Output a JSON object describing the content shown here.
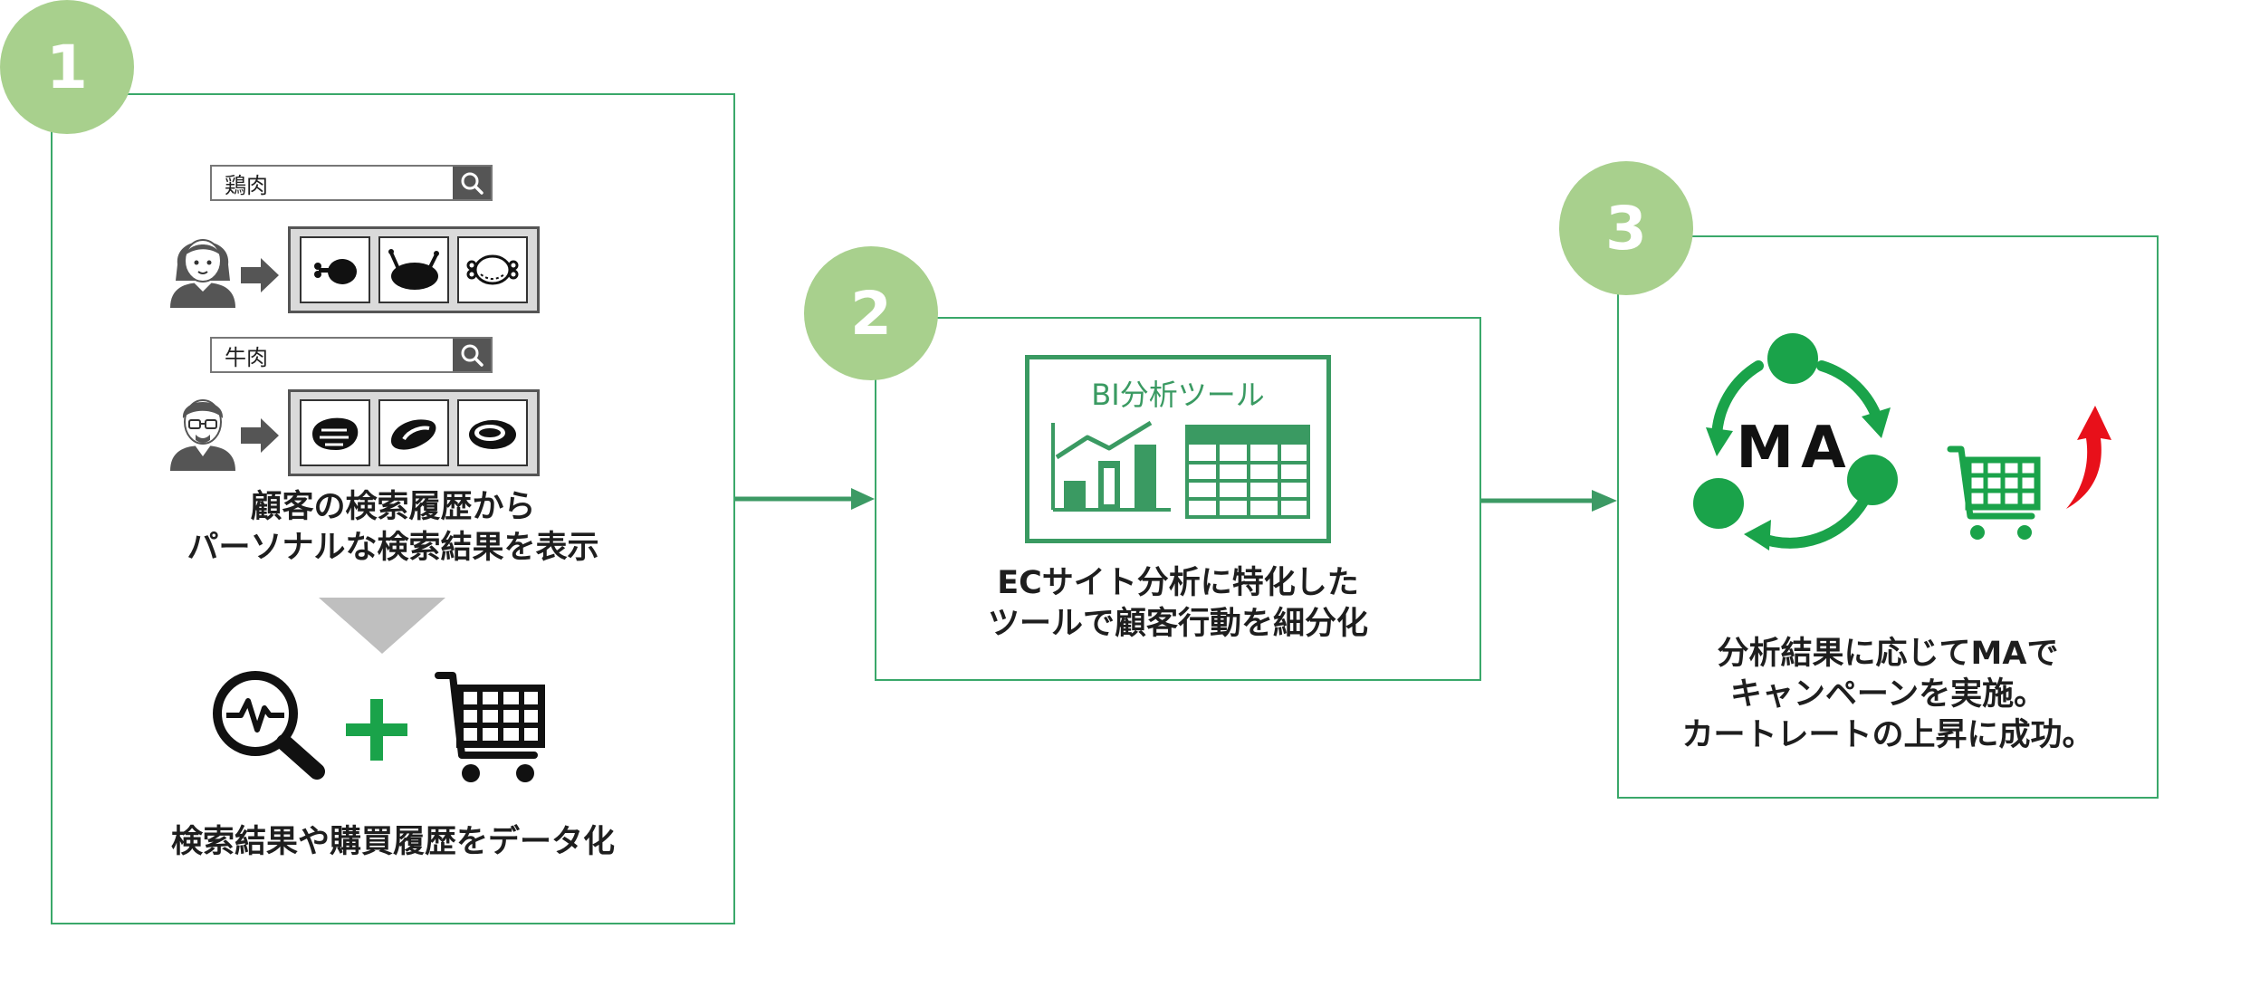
{
  "steps": [
    {
      "number": "1",
      "search1": "鶏肉",
      "search2": "牛肉",
      "caption_line1": "顧客の検索履歴から",
      "caption_line2": "パーソナルな検索結果を表示",
      "bottom_caption": "検索結果や購買履歴をデータ化"
    },
    {
      "number": "2",
      "tool_label": "BI分析ツール",
      "caption_line1": "ECサイト分析に特化した",
      "caption_line2": "ツールで顧客行動を細分化"
    },
    {
      "number": "3",
      "cycle_label": "MA",
      "caption_line1": "分析結果に応じてMAで",
      "caption_line2": "キャンペーンを実施。",
      "caption_line3": "カートレートの上昇に成功。"
    }
  ],
  "colors": {
    "frame": "#3aa86a",
    "badge": "#a8d08d",
    "accent_green": "#1aa34a",
    "up_arrow": "#e8101a"
  }
}
